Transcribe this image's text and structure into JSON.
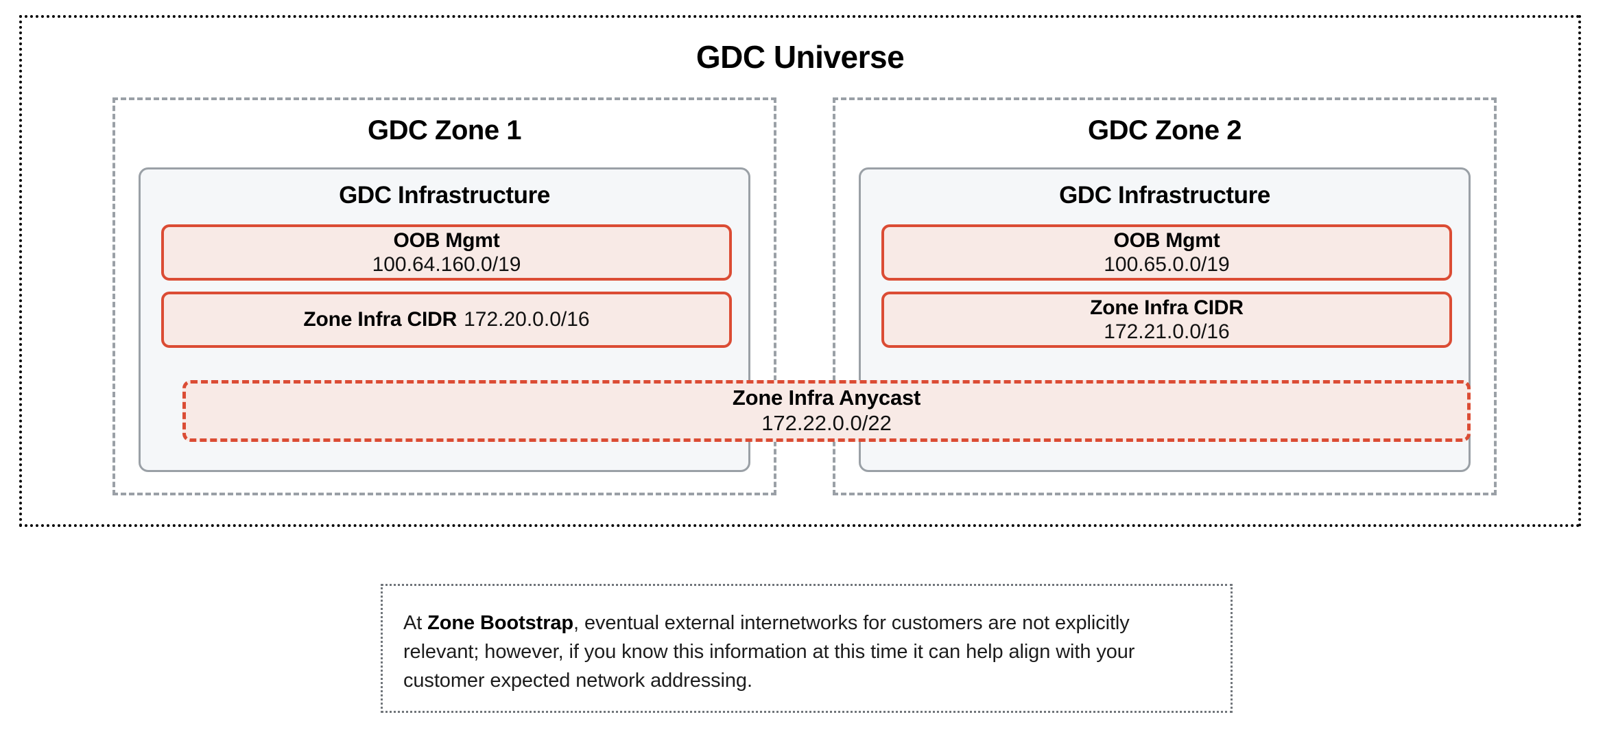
{
  "diagram": {
    "universe": {
      "title": "GDC Universe",
      "border_style": "dotted",
      "border_color": "#000000"
    },
    "note": {
      "lead_text": "At ",
      "bold_text": "Zone Bootstrap",
      "rest_text": ", eventual external internetworks for customers are not explicitly relevant; however, if you know this information at this time it can help align with your customer expected network addressing.",
      "border_color": "#70757a"
    },
    "shared": {
      "anycast": {
        "label": "Zone Infra Anycast",
        "value": "172.22.0.0/22",
        "border_color": "#db4c34",
        "fill_color": "#f8eae6",
        "border_style": "dashed"
      }
    },
    "zones": [
      {
        "title": "GDC Zone 1",
        "infra_title": "GDC Infrastructure",
        "border_color": "#9aa0a6",
        "fill_color": "#f5f7f9",
        "networks": [
          {
            "label": "OOB Mgmt",
            "value": "100.64.160.0/19",
            "layout": "stacked"
          },
          {
            "label": "Zone Infra CIDR",
            "value": "172.20.0.0/16",
            "layout": "inline"
          }
        ]
      },
      {
        "title": "GDC Zone 2",
        "infra_title": "GDC Infrastructure",
        "border_color": "#9aa0a6",
        "fill_color": "#f5f7f9",
        "networks": [
          {
            "label": "OOB Mgmt",
            "value": "100.65.0.0/19",
            "layout": "stacked"
          },
          {
            "label": "Zone Infra CIDR",
            "value": "172.21.0.0/16",
            "layout": "stacked"
          }
        ]
      }
    ]
  }
}
